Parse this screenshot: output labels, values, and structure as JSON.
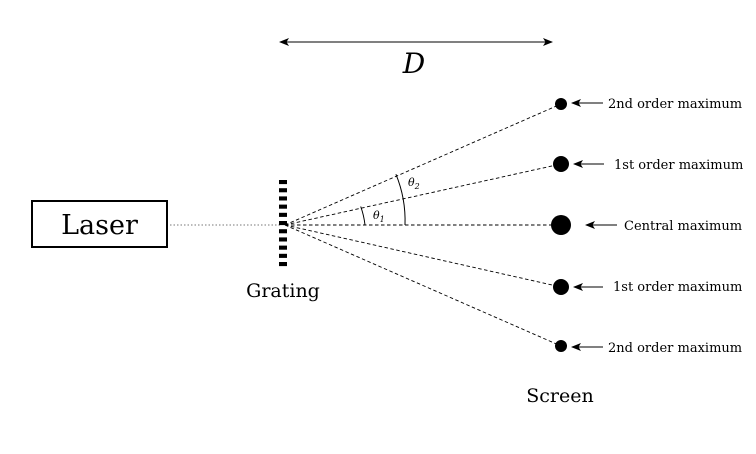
{
  "diagram": {
    "distance_label": "D",
    "laser_label": "Laser",
    "grating_label": "Grating",
    "screen_label": "Screen",
    "angles": [
      {
        "symbol": "θ",
        "subscript": "1"
      },
      {
        "symbol": "θ",
        "subscript": "2"
      }
    ],
    "maxima": [
      {
        "label": "2nd order maximum",
        "size": "small"
      },
      {
        "label": "1st order maximum",
        "size": "medium"
      },
      {
        "label": "Central maximum",
        "size": "large"
      },
      {
        "label": "1st order maximum",
        "size": "medium"
      },
      {
        "label": "2nd order maximum",
        "size": "small"
      }
    ]
  }
}
